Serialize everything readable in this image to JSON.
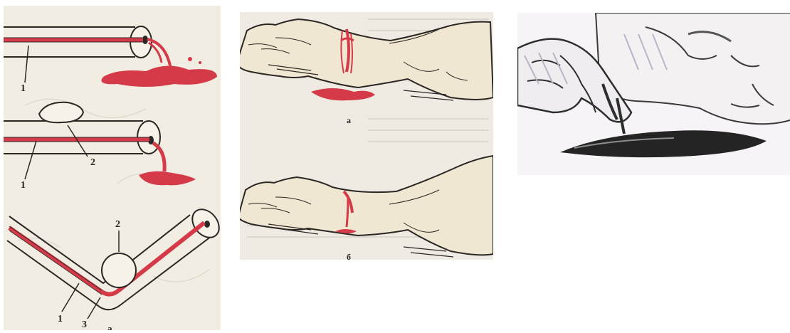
{
  "panel_a": {
    "labels": {
      "vessel_1": "1",
      "wound_1": "1",
      "pad_2": "2",
      "vessel_1b": "1",
      "pad_2b": "2",
      "limb_3": "3",
      "caption": "а"
    }
  },
  "panel_b": {
    "labels": {
      "caption_top": "а",
      "caption_bottom": "б"
    }
  },
  "colors": {
    "blood": "#d43a48",
    "outline": "#2b2724",
    "paper": "#f1ede3",
    "skin": "#efe7d1"
  }
}
